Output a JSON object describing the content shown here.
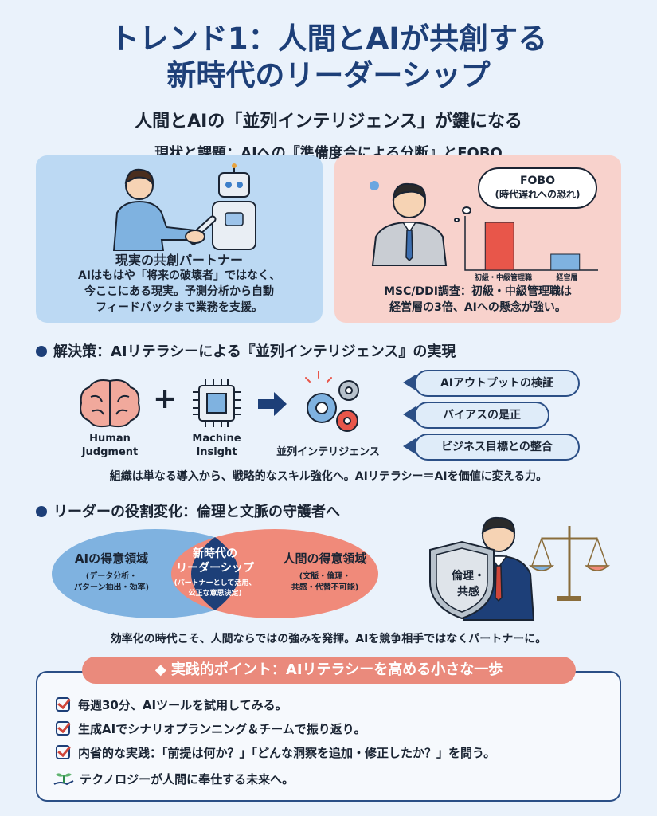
{
  "header": {
    "title_line1": "トレンド1：人間とAIが共創する",
    "title_line2": "新時代のリーダーシップ",
    "subtitle": "人間とAIの「並列インテリジェンス」が鍵になる"
  },
  "current_status": {
    "heading": "現状と課題：AIへの『準備度合による分断』とFOBO",
    "left_panel": {
      "label": "現実の共創パートナー",
      "text_line1": "AIはもはや「将来の破壊者」ではなく、",
      "text_line2": "今ここにある現実。予測分析から自動",
      "text_line3": "フィードバックまで業務を支援。"
    },
    "right_panel": {
      "bubble_title": "FOBO",
      "bubble_sub": "(時代遅れへの恐れ)",
      "bar_label_1": "初級・中級管理職",
      "bar_label_2": "経営層",
      "text_line1": "MSC/DDI調査：初級・中級管理職は",
      "text_line2": "経営層の3倍、AIへの懸念が強い。",
      "colors": {
        "bar_1": "#e8564a",
        "bar_2": "#7fb2e0"
      }
    }
  },
  "chart_data": {
    "type": "bar",
    "categories": [
      "初級・中級管理職",
      "経営層"
    ],
    "values": [
      3,
      1
    ],
    "title": "",
    "xlabel": "",
    "ylabel": "",
    "ylim": [
      0,
      3.4
    ]
  },
  "solution": {
    "heading": "解決策：AIリテラシーによる『並列インテリジェンス』の実現",
    "human_label_1": "Human",
    "human_label_2": "Judgment",
    "plus": "+",
    "machine_label_1": "Machine",
    "machine_label_2": "Insight",
    "result_label": "並列インテリジェンス",
    "pills": [
      "AIアウトプットの検証",
      "バイアスの是正",
      "ビジネス目標との整合"
    ],
    "summary": "組織は単なる導入から、戦略的なスキル強化へ。AIリテラシー＝AIを価値に変える力。"
  },
  "leader_role": {
    "heading": "リーダーの役割変化：倫理と文脈の守護者へ",
    "ai_area_title": "AIの得意領域",
    "ai_area_sub1": "(データ分析・",
    "ai_area_sub2": "パターン抽出・効率)",
    "center_title1": "新時代の",
    "center_title2": "リーダーシップ",
    "center_sub1": "(パートナーとして活用、",
    "center_sub2": "公正な意思決定)",
    "human_area_title": "人間の得意領域",
    "human_area_sub1": "(文脈・倫理・",
    "human_area_sub2": "共感・代替不可能)",
    "shield_text1": "倫理・",
    "shield_text2": "共感",
    "summary": "効率化の時代こそ、人間ならではの強みを発揮。AIを競争相手ではなくパートナーに。"
  },
  "practice": {
    "title": "◆ 実践的ポイント：AIリテラシーを高める小さな一歩",
    "items": [
      "毎週30分、AIツールを試用してみる。",
      "生成AIでシナリオプランニング＆チームで振り返り。",
      "内省的な実践：「前提は何か？」「どんな洞察を追加・修正したか？」を問う。"
    ],
    "closing": "テクノロジーが人間に奉仕する未来へ。"
  }
}
